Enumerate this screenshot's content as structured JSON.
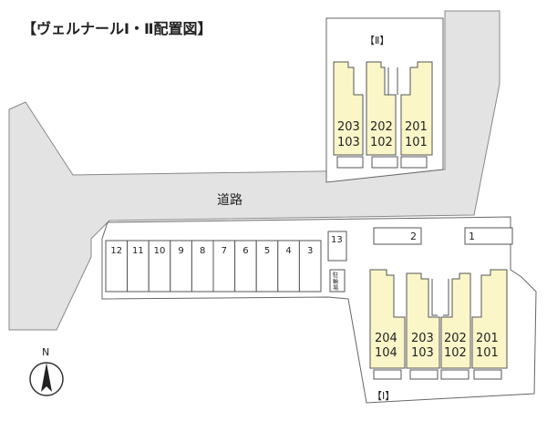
{
  "title": "【ヴェルナールⅠ・Ⅱ配置図】",
  "road_label": "道路",
  "north_label": "N",
  "bike_parking_label": [
    "駐",
    "輪",
    "場"
  ],
  "building_II": {
    "label": "【Ⅱ】",
    "units": [
      {
        "upper": "203",
        "lower": "103"
      },
      {
        "upper": "202",
        "lower": "102"
      },
      {
        "upper": "201",
        "lower": "101"
      }
    ]
  },
  "building_I": {
    "label": "【Ⅰ】",
    "units": [
      {
        "upper": "204",
        "lower": "104"
      },
      {
        "upper": "203",
        "lower": "103"
      },
      {
        "upper": "202",
        "lower": "102"
      },
      {
        "upper": "201",
        "lower": "101"
      }
    ]
  },
  "parking_spaces": [
    "12",
    "11",
    "10",
    "9",
    "8",
    "7",
    "6",
    "5",
    "4",
    "3"
  ],
  "parking_13": "13",
  "parking_right": [
    "2",
    "1"
  ],
  "colors": {
    "road": "#e3e3e3",
    "building": "#fbf6c8",
    "outline": "#555555"
  }
}
